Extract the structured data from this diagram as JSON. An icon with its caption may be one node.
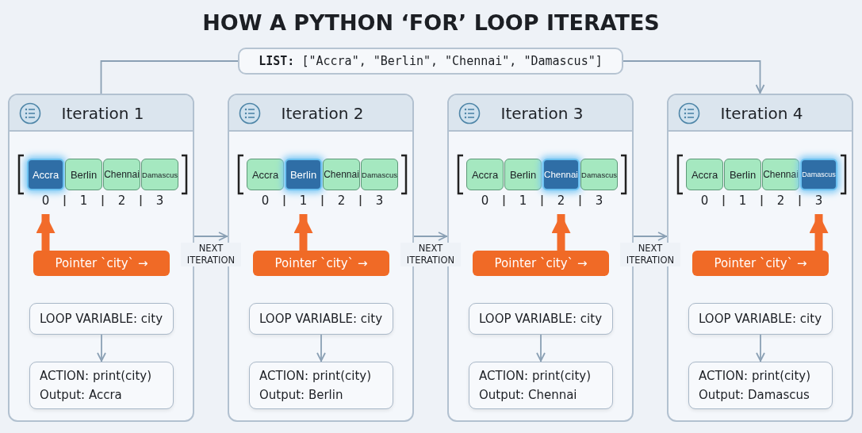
{
  "diagram": {
    "title": "HOW A PYTHON ‘FOR’ LOOP ITERATES",
    "nodes": [
      {
        "text": [
          "**LIST:** [\"Accra\", \"Berlin\", \"Chennai\", \"Damascus\"]"
        ]
      },
      {
        "text": [
          "Iteration 1"
        ]
      },
      {
        "text": [
          "Accra"
        ],
        "in": 1
      },
      {
        "text": [
          "Berlin"
        ],
        "in": 1
      },
      {
        "text": [
          "Chennai"
        ],
        "in": 1
      },
      {
        "text": [
          "Damascus"
        ],
        "in": 1
      },
      {
        "text": [
          "Pointer `city` →"
        ],
        "in": 1
      },
      {
        "text": [
          "LOOP VARIABLE: city"
        ],
        "in": 1
      },
      {
        "text": [
          "ACTION: print(city)",
          "Output: Accra"
        ],
        "in": 1
      },
      {
        "text": [
          "Iteration 2"
        ]
      },
      {
        "text": [
          "Accra"
        ],
        "in": 9
      },
      {
        "text": [
          "Berlin"
        ],
        "in": 9
      },
      {
        "text": [
          "Chennai"
        ],
        "in": 9
      },
      {
        "text": [
          "Damascus"
        ],
        "in": 9
      },
      {
        "text": [
          "Pointer `city` →"
        ],
        "in": 9
      },
      {
        "text": [
          "LOOP VARIABLE: city"
        ],
        "in": 9
      },
      {
        "text": [
          "ACTION: print(city)",
          "Output: Berlin"
        ],
        "in": 9
      },
      {
        "text": [
          "Iteration 3"
        ]
      },
      {
        "text": [
          "Accra"
        ],
        "in": 17
      },
      {
        "text": [
          "Berlin"
        ],
        "in": 17
      },
      {
        "text": [
          "Chennai"
        ],
        "in": 17
      },
      {
        "text": [
          "Damascus"
        ],
        "in": 17
      },
      {
        "text": [
          "Pointer `city` →"
        ],
        "in": 17
      },
      {
        "text": [
          "LOOP VARIABLE: city"
        ],
        "in": 17
      },
      {
        "text": [
          "ACTION: print(city)",
          "Output: Chennai"
        ],
        "in": 17
      },
      {
        "text": [
          "Iteration 4"
        ]
      },
      {
        "text": [
          "Accra"
        ],
        "in": 25
      },
      {
        "text": [
          "Berlin"
        ],
        "in": 25
      },
      {
        "text": [
          "Chennai"
        ],
        "in": 25
      },
      {
        "text": [
          "Damascus"
        ],
        "in": 25
      },
      {
        "text": [
          "Pointer `city` →"
        ],
        "in": 25
      },
      {
        "text": [
          "LOOP VARIABLE: city"
        ],
        "in": 25
      },
      {
        "text": [
          "ACTION: print(city)",
          "Output: Damascus"
        ],
        "in": 25
      }
    ],
    "edges": [
      {
        "from": 0,
        "to": 1,
        "arrow": "none"
      },
      {
        "from": 0,
        "to": 25,
        "arrow": "to"
      },
      {
        "from": 6,
        "to": 2,
        "arrow": "to",
        "style": "thick",
        "color": "#f26b2a"
      },
      {
        "from": 7,
        "to": 8,
        "arrow": "to"
      },
      {
        "from": 1,
        "to": 9,
        "arrow": "to",
        "label": "NEXT ITERATION"
      },
      {
        "from": 14,
        "to": 11,
        "arrow": "to",
        "style": "thick",
        "color": "#f26b2a"
      },
      {
        "from": 15,
        "to": 16,
        "arrow": "to"
      },
      {
        "from": 9,
        "to": 17,
        "arrow": "to",
        "label": "NEXT ITERATION"
      },
      {
        "from": 22,
        "to": 20,
        "arrow": "to",
        "style": "thick",
        "color": "#f26b2a"
      },
      {
        "from": 23,
        "to": 24,
        "arrow": "to"
      },
      {
        "from": 17,
        "to": 25,
        "arrow": "to",
        "label": "NEXT ITERATION"
      },
      {
        "from": 30,
        "to": 29,
        "arrow": "to",
        "style": "thick",
        "color": "#f26b2a"
      },
      {
        "from": 31,
        "to": 32,
        "arrow": "to"
      }
    ],
    "labels": [
      "0",
      "1",
      "2",
      "3",
      "0",
      "1",
      "2",
      "3",
      "0",
      "1",
      "2",
      "3",
      "0",
      "1",
      "2",
      "3"
    ]
  }
}
